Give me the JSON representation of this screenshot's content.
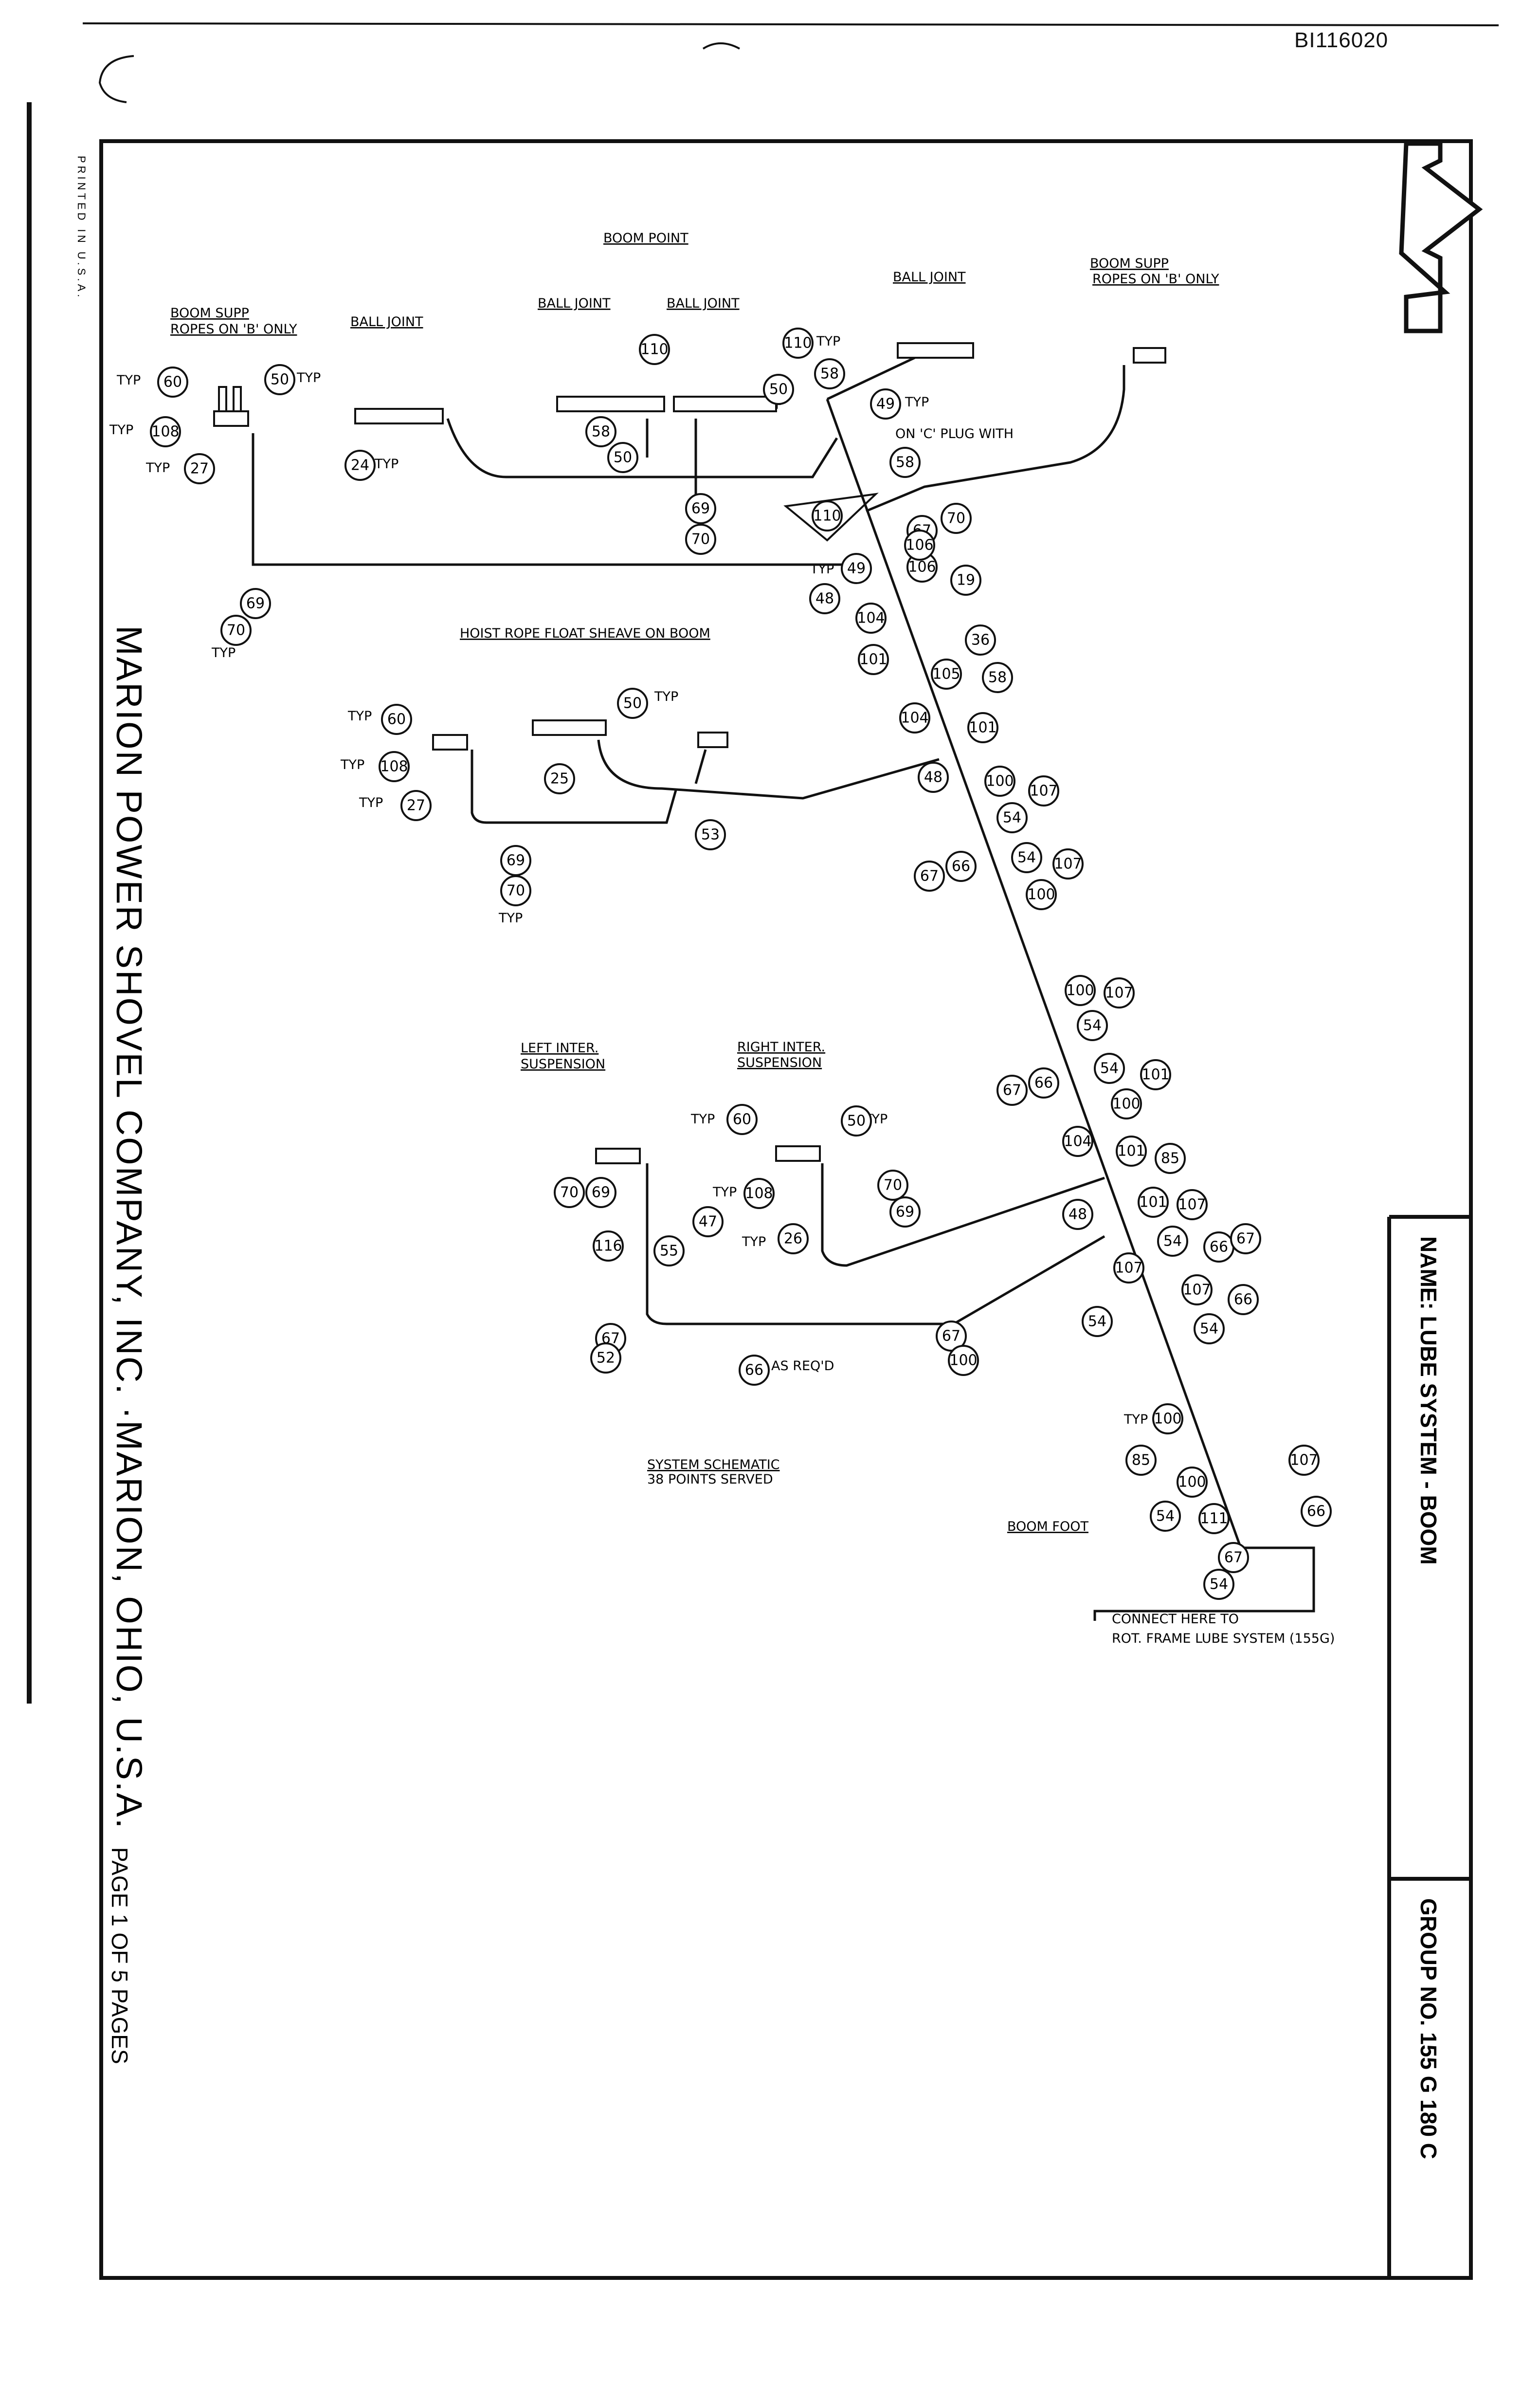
{
  "document": {
    "id": "BI116020",
    "printed": "PRINTED IN U.S.A.",
    "company": "MARION POWER SHOVEL COMPANY, INC. ·MARION, OHIO, U.S.A.",
    "page_info": "PAGE 1 OF 5 PAGES",
    "name": "NAME: LUBE SYSTEM - BOOM",
    "group": "GROUP NO. 155 G 180 C"
  },
  "labels": {
    "boom_point": "BOOM POINT",
    "boom_supp_left_1": "BOOM SUPP",
    "boom_supp_left_2": "ROPES ON 'B' ONLY",
    "boom_supp_right_1": "BOOM SUPP",
    "boom_supp_right_2": "ROPES ON 'B' ONLY",
    "ball_joint_1": "BALL JOINT",
    "ball_joint_2": "BALL JOINT",
    "ball_joint_3": "BALL JOINT",
    "ball_joint_4": "BALL JOINT",
    "on_c_plug": "ON 'C' PLUG WITH",
    "hoist_rope": "HOIST ROPE FLOAT SHEAVE ON BOOM",
    "left_inter_1": "LEFT INTER.",
    "left_inter_2": "SUSPENSION",
    "right_inter_1": "RIGHT INTER.",
    "right_inter_2": "SUSPENSION",
    "schematic_1": "SYSTEM SCHEMATIC",
    "schematic_2": "38 POINTS SERVED",
    "boom_foot": "BOOM FOOT",
    "connect_1": "CONNECT HERE TO",
    "connect_2": "ROT. FRAME LUBE SYSTEM (155G)",
    "as_reqd": "AS REQ'D",
    "typ": "TYP"
  },
  "bubbles": [
    "60",
    "108",
    "27",
    "50",
    "24",
    "110",
    "58",
    "50",
    "110",
    "58",
    "50",
    "49",
    "58",
    "69",
    "70",
    "110",
    "67",
    "70",
    "49",
    "106",
    "48",
    "104",
    "19",
    "36",
    "58",
    "101",
    "105",
    "69",
    "70",
    "60",
    "108",
    "27",
    "25",
    "50",
    "53",
    "69",
    "70",
    "104",
    "101",
    "48",
    "100",
    "107",
    "54",
    "67",
    "66",
    "54",
    "107",
    "100",
    "100",
    "107",
    "54",
    "54",
    "101",
    "67",
    "66",
    "100",
    "60",
    "50",
    "104",
    "101",
    "85",
    "70",
    "69",
    "108",
    "26",
    "70",
    "69",
    "47",
    "48",
    "101",
    "107",
    "116",
    "55",
    "54",
    "66",
    "67",
    "107",
    "54",
    "107",
    "66",
    "67",
    "52",
    "66",
    "67",
    "100",
    "54",
    "100",
    "85",
    "100",
    "107",
    "54",
    "111",
    "66",
    "67",
    "54",
    "106"
  ]
}
